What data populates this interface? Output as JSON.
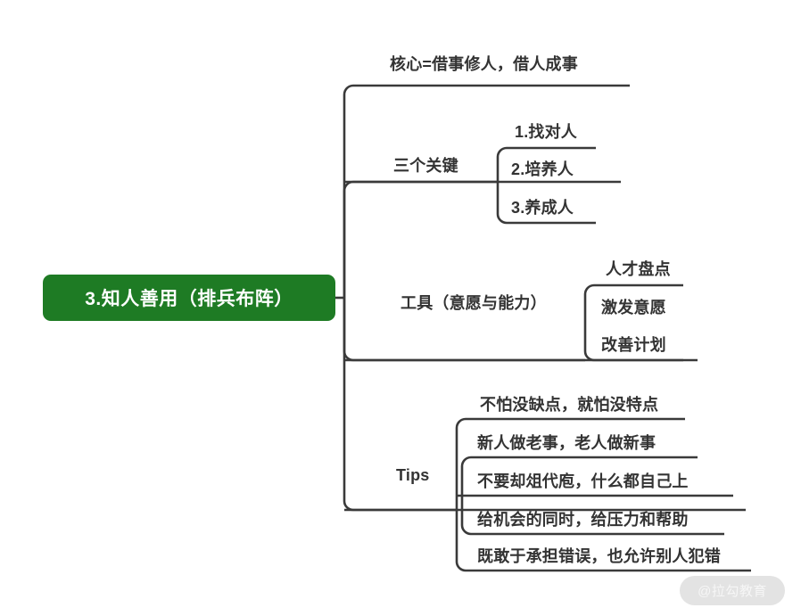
{
  "theme": {
    "background": "#ffffff",
    "root_fill": "#1E7B24",
    "root_text": "#ffffff",
    "text_color": "#333333",
    "line_color": "#3a3a3a",
    "watermark_fill": "#e3e3e3",
    "watermark_text_color": "#f6f6f6"
  },
  "root": {
    "label": "3.知人善用（排兵布阵）"
  },
  "branches": [
    {
      "id": "core",
      "label": "核心=借事修人，借人成事",
      "children": []
    },
    {
      "id": "three-keys",
      "label": "三个关键",
      "children": [
        {
          "label": "1.找对人"
        },
        {
          "label": "2.培养人"
        },
        {
          "label": "3.养成人"
        }
      ]
    },
    {
      "id": "tools",
      "label": "工具（意愿与能力）",
      "children": [
        {
          "label": "人才盘点"
        },
        {
          "label": "激发意愿"
        },
        {
          "label": "改善计划"
        }
      ]
    },
    {
      "id": "tips",
      "label": "Tips",
      "children": [
        {
          "label": "不怕没缺点，就怕没特点"
        },
        {
          "label": "新人做老事，老人做新事"
        },
        {
          "label": "不要却俎代庖，什么都自己上"
        },
        {
          "label": "给机会的同时，给压力和帮助"
        },
        {
          "label": "既敢于承担错误，也允许别人犯错"
        }
      ]
    }
  ],
  "watermark": {
    "label": "@拉勾教育"
  }
}
